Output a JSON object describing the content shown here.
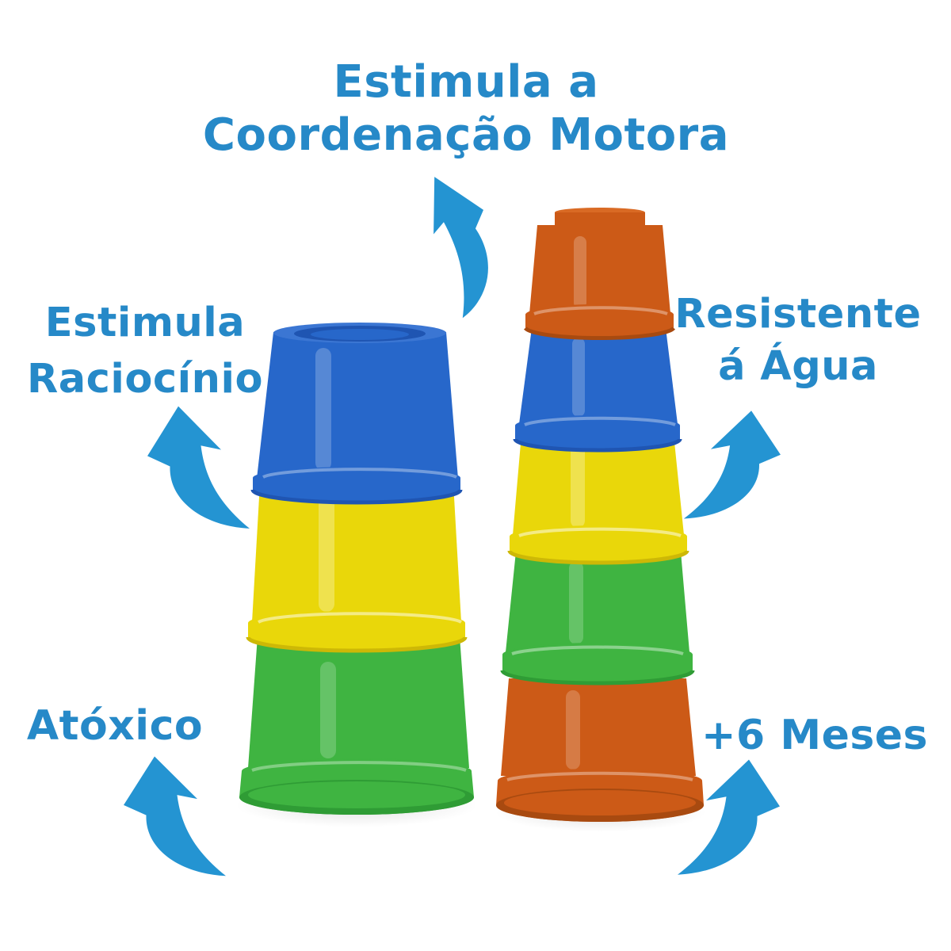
{
  "image": {
    "background": "#ffffff"
  },
  "colors": {
    "label_blue": "#2689c8",
    "arrow_blue": "#2494d2",
    "cup_blue": "#2767ca",
    "cup_blue_light": "#3b76d3",
    "cup_blue_dark": "#1f55b2",
    "cup_yellow": "#e9d70a",
    "cup_yellow_dark": "#cdb806",
    "cup_green": "#3fb441",
    "cup_green_dark": "#2f9c35",
    "cup_orange": "#cc5a17",
    "cup_orange_light": "#d96a24",
    "cup_orange_dark": "#a84a10"
  },
  "labels": {
    "top": {
      "line1": "Estimula a",
      "line2": "Coordenação Motora"
    },
    "left": {
      "line1": "Estimula",
      "line2": "Raciocínio"
    },
    "right": {
      "line1": "Resistente",
      "line2": "á Água"
    },
    "bottom_left": {
      "line1": "Atóxico"
    },
    "bottom_right": {
      "line1": "+6 Meses"
    }
  },
  "product": {
    "left_stack_cups_top_to_bottom": [
      "blue",
      "yellow",
      "green"
    ],
    "right_stack_cups_top_to_bottom": [
      "orange",
      "blue",
      "yellow",
      "green",
      "orange"
    ]
  }
}
